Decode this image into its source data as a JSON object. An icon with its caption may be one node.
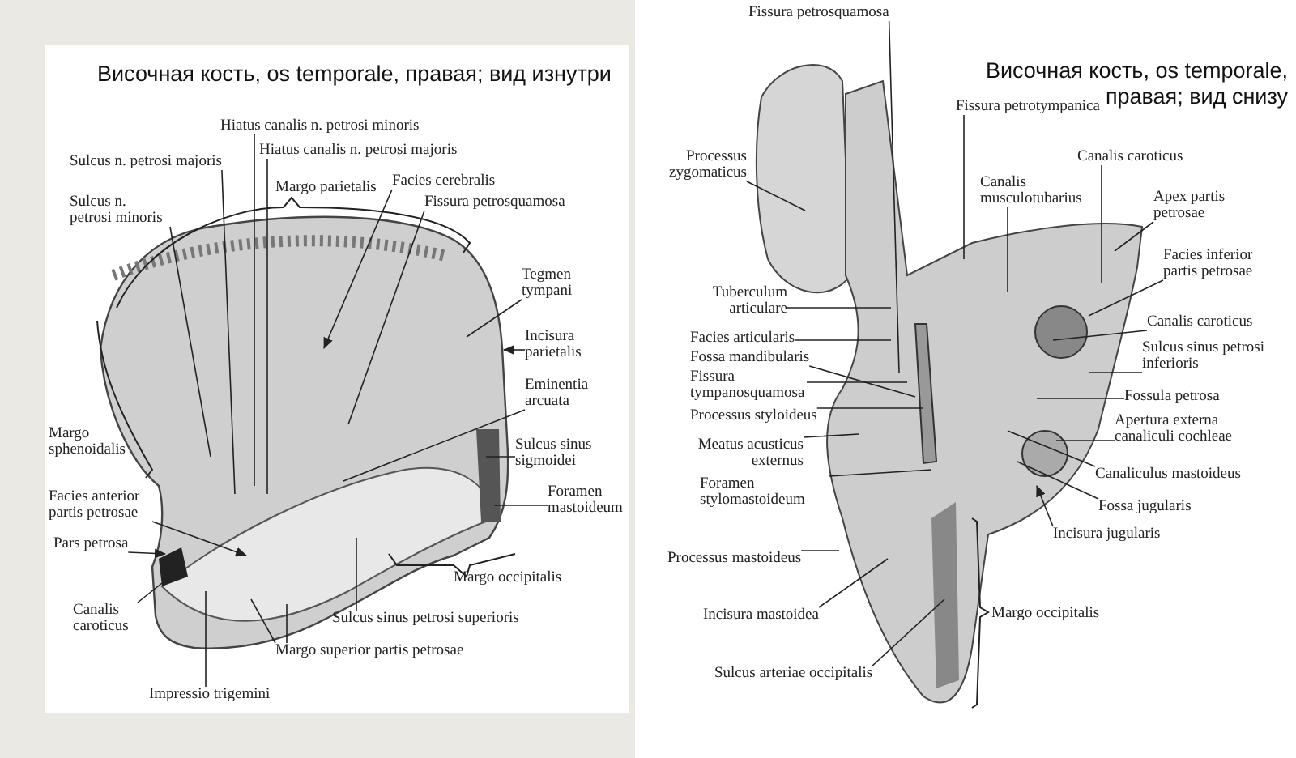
{
  "diagram": {
    "nodes": [
      {
        "text": [
          "Hiatus canalis n. petrosi minoris"
        ]
      },
      {
        "text": [
          "Sulcus n. petrosi majoris"
        ]
      },
      {
        "text": [
          "Hiatus canalis n. petrosi majoris"
        ]
      },
      {
        "text": [
          "Facies cerebralis"
        ]
      },
      {
        "text": [
          "Sulcus n. petrosi minoris"
        ]
      },
      {
        "text": [
          "Fissura petrosquamosa"
        ]
      },
      {
        "text": [
          "Tegmen tympani"
        ]
      },
      {
        "text": [
          "Incisura parietalis"
        ]
      },
      {
        "text": [
          "Eminentia arcuata"
        ]
      },
      {
        "text": [
          "Sulcus sinus sigmoidei"
        ]
      },
      {
        "text": [
          "Foramen mastoideum"
        ]
      },
      {
        "text": [
          "Facies anterior partis petrosae"
        ]
      },
      {
        "text": [
          "Pars petrosa"
        ]
      },
      {
        "text": [
          "Canalis caroticus"
        ]
      },
      {
        "text": [
          "Sulcus sinus petrosi superioris"
        ]
      },
      {
        "text": [
          "Margo superior partis petrosae"
        ]
      },
      {
        "text": [
          "Impressio trigemini"
        ]
      },
      {
        "text": [
          "Fissura petrosquamosa"
        ]
      },
      {
        "text": [
          "Processus zygomaticus"
        ]
      },
      {
        "text": [
          "Fissura petrotympanica"
        ]
      },
      {
        "text": [
          "Canalis caroticus"
        ]
      },
      {
        "text": [
          "Canalis musculotubarius"
        ]
      },
      {
        "text": [
          "Apex partis petrosae"
        ]
      },
      {
        "text": [
          "Facies inferior partis petrosae"
        ]
      },
      {
        "text": [
          "Tuberculum articulare"
        ]
      },
      {
        "text": [
          "Canalis caroticus"
        ]
      },
      {
        "text": [
          "Facies articularis"
        ]
      },
      {
        "text": [
          "Fossa mandibularis"
        ]
      },
      {
        "text": [
          "Sulcus sinus petrosi inferioris"
        ]
      },
      {
        "text": [
          "Fissura tympanosquamosa"
        ]
      },
      {
        "text": [
          "Fossula petrosa"
        ]
      },
      {
        "text": [
          "Processus styloideus"
        ]
      },
      {
        "text": [
          "Apertura externa canaliculi cochleae"
        ]
      },
      {
        "text": [
          "Meatus acusticus externus"
        ]
      },
      {
        "text": [
          "Canaliculus mastoideus"
        ]
      },
      {
        "text": [
          "Foramen stylomastoideum"
        ]
      },
      {
        "text": [
          "Fossa jugularis"
        ]
      },
      {
        "text": [
          "Incisura jugularis"
        ]
      },
      {
        "text": [
          "Processus mastoideus"
        ]
      },
      {
        "text": [
          "Incisura mastoidea"
        ]
      },
      {
        "text": [
          "Sulcus arteriae occipitalis"
        ]
      }
    ],
    "edges": [
      {
        "from": 0,
        "to": null,
        "arrow": "none"
      },
      {
        "from": 1,
        "to": null,
        "arrow": "none"
      },
      {
        "from": 2,
        "to": null,
        "arrow": "none"
      },
      {
        "from": 3,
        "to": null,
        "arrow": "to"
      },
      {
        "from": 4,
        "to": null,
        "arrow": "none"
      },
      {
        "from": 5,
        "to": null,
        "arrow": "none"
      },
      {
        "from": 6,
        "to": null,
        "arrow": "none"
      },
      {
        "from": 7,
        "to": null,
        "arrow": "to"
      },
      {
        "from": 8,
        "to": null,
        "arrow": "none"
      },
      {
        "from": 9,
        "to": null,
        "arrow": "none"
      },
      {
        "from": 10,
        "to": null,
        "arrow": "none"
      },
      {
        "from": 11,
        "to": null,
        "arrow": "to"
      },
      {
        "from": 12,
        "to": null,
        "arrow": "to"
      },
      {
        "from": 13,
        "to": null,
        "arrow": "none"
      },
      {
        "from": 14,
        "to": null,
        "arrow": "none"
      },
      {
        "from": 15,
        "to": null,
        "arrow": "none"
      },
      {
        "from": 15,
        "to": null,
        "arrow": "none"
      },
      {
        "from": 16,
        "to": null,
        "arrow": "none"
      },
      {
        "from": 17,
        "to": null,
        "arrow": "none"
      },
      {
        "from": 18,
        "to": null,
        "arrow": "none"
      },
      {
        "from": 19,
        "to": null,
        "arrow": "none"
      },
      {
        "from": 20,
        "to": null,
        "arrow": "none"
      },
      {
        "from": 21,
        "to": null,
        "arrow": "none"
      },
      {
        "from": 22,
        "to": null,
        "arrow": "none"
      },
      {
        "from": 23,
        "to": null,
        "arrow": "none"
      },
      {
        "from": 24,
        "to": null,
        "arrow": "none"
      },
      {
        "from": 25,
        "to": null,
        "arrow": "none"
      },
      {
        "from": 26,
        "to": null,
        "arrow": "none"
      },
      {
        "from": 27,
        "to": null,
        "arrow": "none"
      },
      {
        "from": 28,
        "to": null,
        "arrow": "none"
      },
      {
        "from": 29,
        "to": null,
        "arrow": "none"
      },
      {
        "from": 30,
        "to": null,
        "arrow": "none"
      },
      {
        "from": 31,
        "to": null,
        "arrow": "none"
      },
      {
        "from": 32,
        "to": null,
        "arrow": "none"
      },
      {
        "from": 33,
        "to": null,
        "arrow": "none"
      },
      {
        "from": 34,
        "to": null,
        "arrow": "none"
      },
      {
        "from": 35,
        "to": null,
        "arrow": "none"
      },
      {
        "from": 36,
        "to": null,
        "arrow": "none"
      },
      {
        "from": 37,
        "to": null,
        "arrow": "to"
      },
      {
        "from": 38,
        "to": null,
        "arrow": "none"
      },
      {
        "from": 39,
        "to": null,
        "arrow": "none"
      },
      {
        "from": 40,
        "to": null,
        "arrow": "none"
      }
    ],
    "labels": [
      "Височная кость, os temporale, правая; вид изнутри",
      "Margo parietalis",
      "Margo sphenoidalis",
      "Margo occipitalis",
      "Височная кость, os temporale, правая; вид снизу",
      "Margo occipitalis"
    ]
  }
}
